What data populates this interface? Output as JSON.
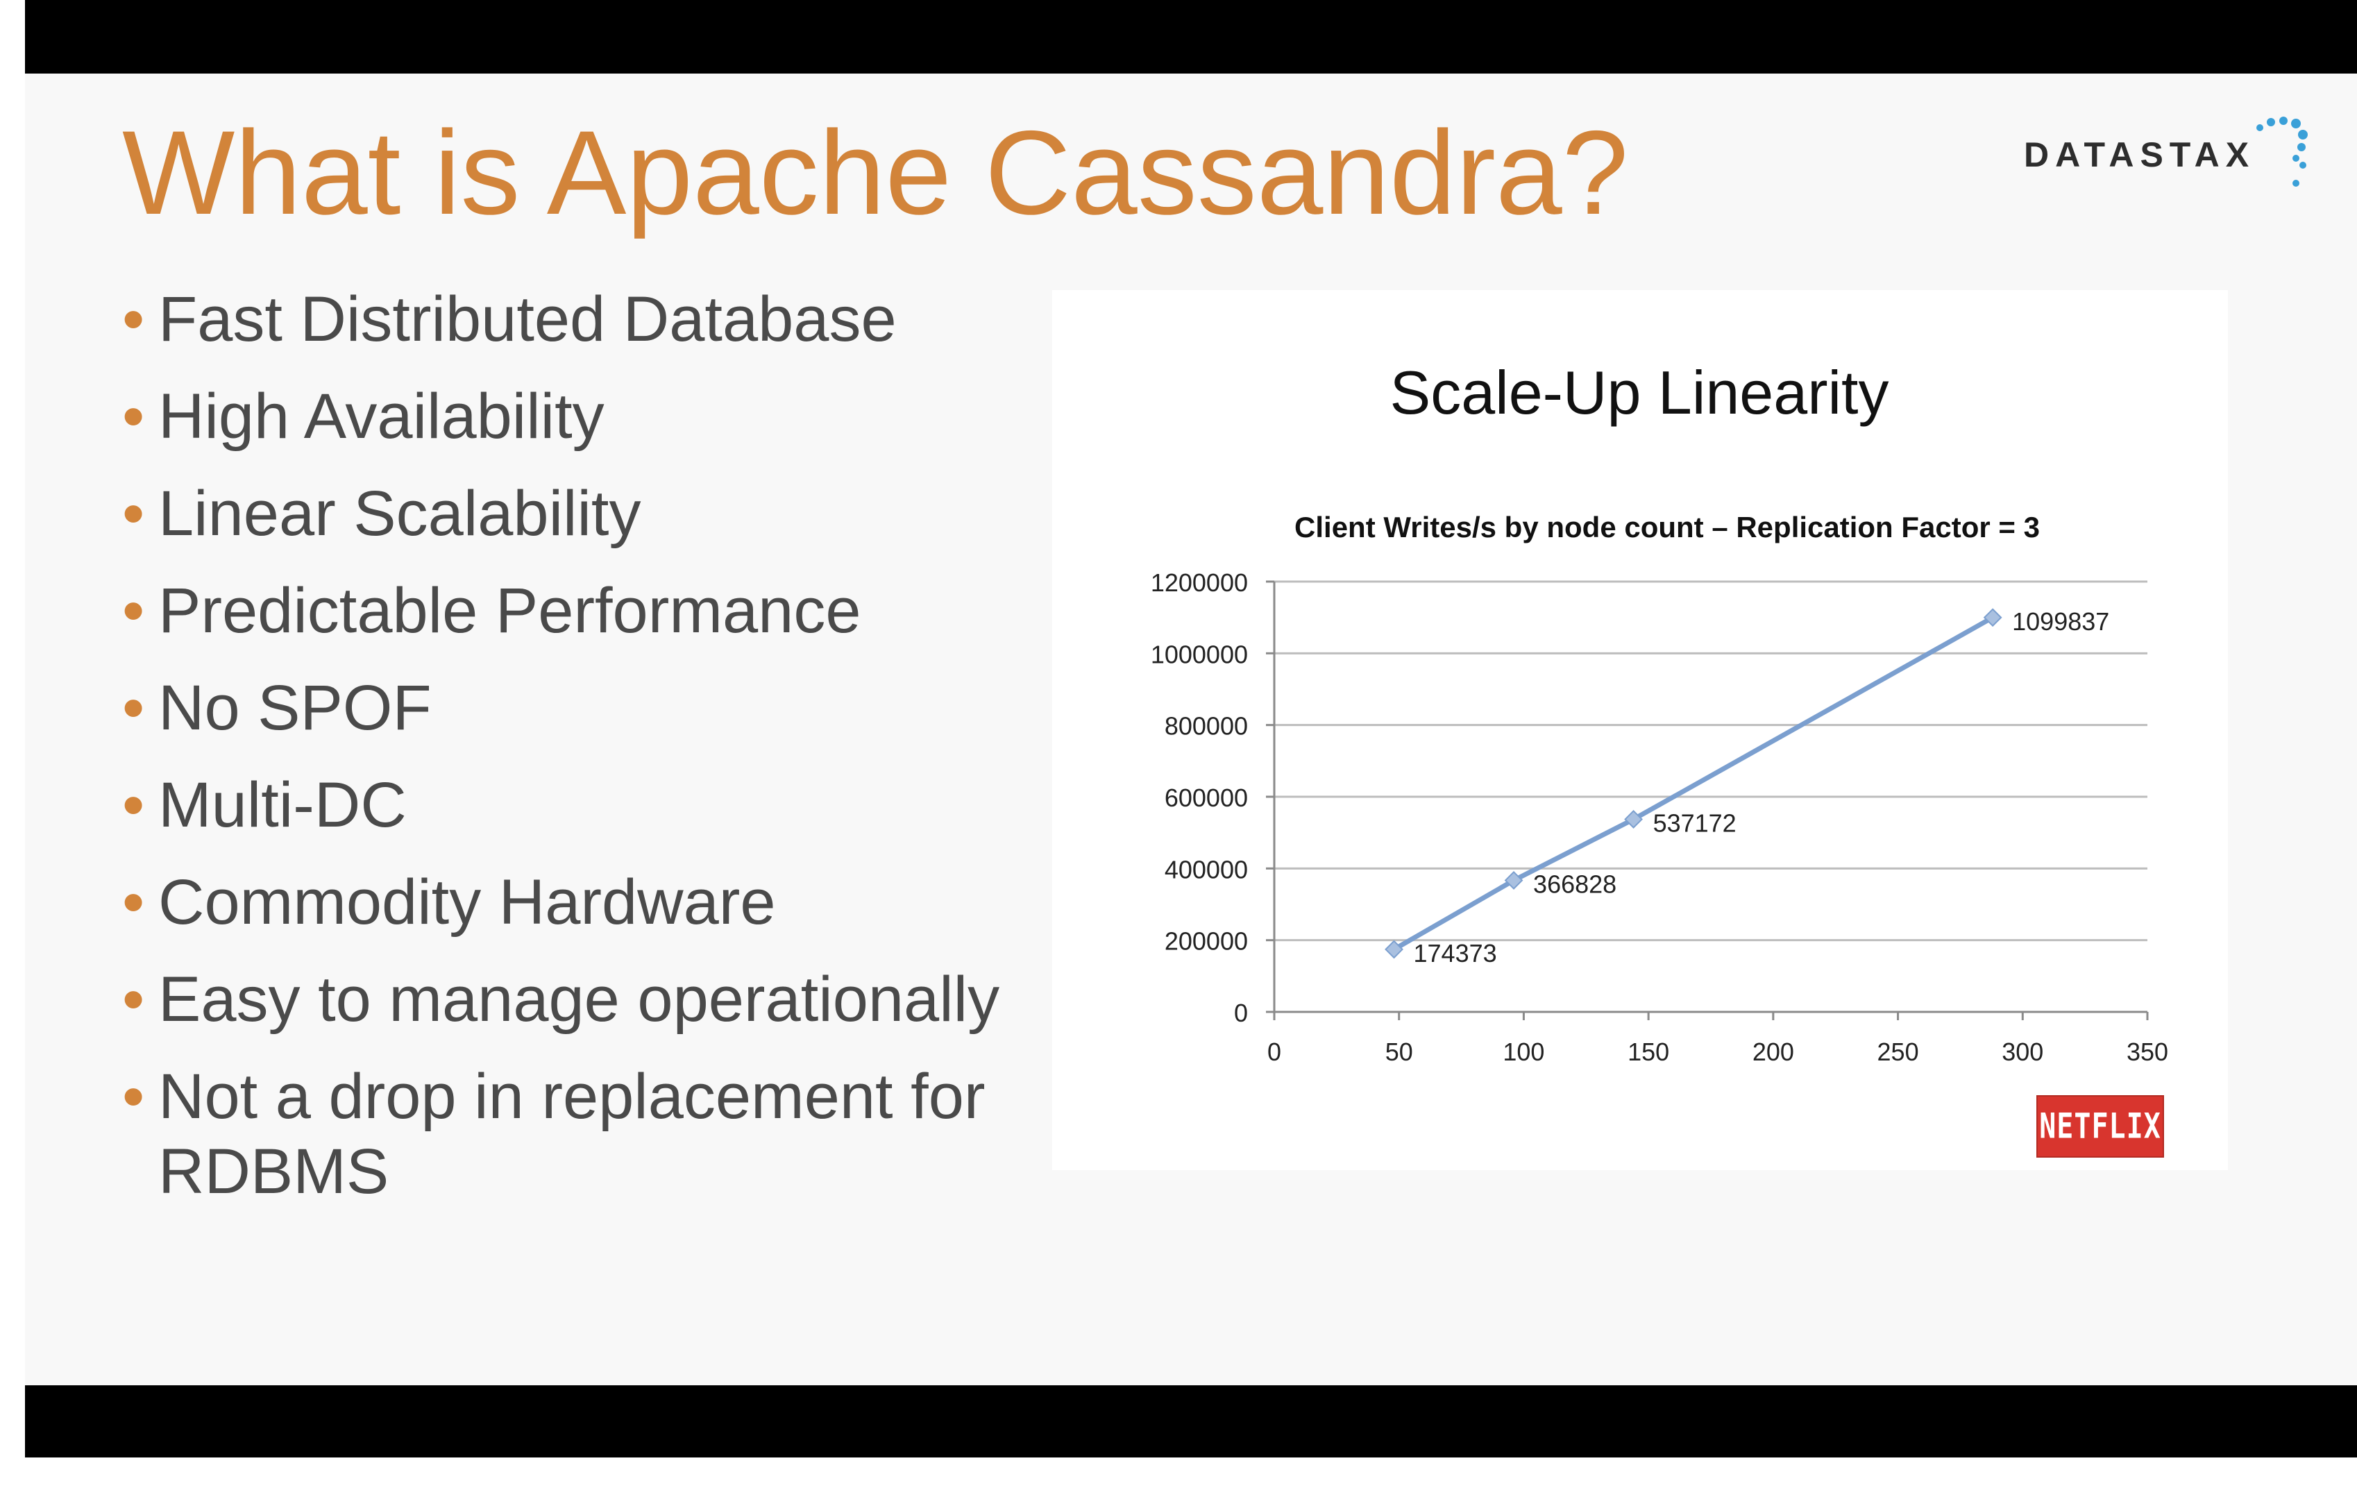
{
  "slide": {
    "title": "What is Apache Cassandra?",
    "title_color": "#d2843a",
    "text_color": "#4a4a4a",
    "bullet_color": "#d2843a",
    "logo_text": "DATASTAX",
    "logo_color": "#2d2d2d",
    "logo_accent": "#3aa0d8",
    "bullets": [
      "Fast Distributed Database",
      "High Availability",
      "Linear Scalability",
      "Predictable Performance",
      "No SPOF",
      "Multi-DC",
      "Commodity Hardware",
      "Easy to manage operationally",
      "Not a drop in replacement  for RDBMS"
    ],
    "bullet_marker": "•",
    "badge_text": "NETFLIX"
  },
  "chart_data": {
    "type": "line",
    "heading": "Scale-Up Linearity",
    "title": "Client Writes/s by node count – Replication Factor = 3",
    "xlabel": "",
    "ylabel": "",
    "xlim": [
      0,
      350
    ],
    "ylim": [
      0,
      1200000
    ],
    "x_ticks": [
      0,
      50,
      100,
      150,
      200,
      250,
      300,
      350
    ],
    "y_ticks": [
      0,
      200000,
      400000,
      600000,
      800000,
      1000000,
      1200000
    ],
    "grid": true,
    "legend": false,
    "line_color": "#7b9fcf",
    "series": [
      {
        "x": [
          48,
          96,
          144,
          288
        ],
        "values": [
          174373,
          366828,
          537172,
          1099837
        ],
        "labels": [
          "174373",
          "366828",
          "537172",
          "1099837"
        ]
      }
    ]
  }
}
